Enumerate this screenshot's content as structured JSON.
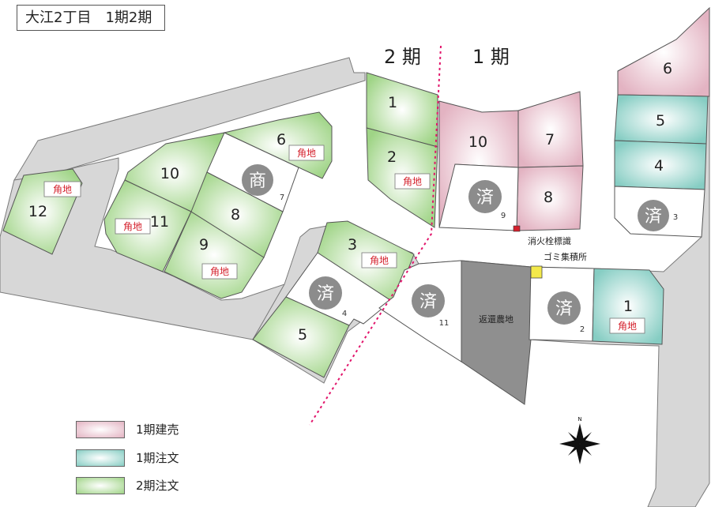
{
  "title": "大江2丁目　1期2期",
  "phase_labels": {
    "phase2": "2 期",
    "phase1": "1 期"
  },
  "corner_label": "角地",
  "sold_label": "済",
  "commercial_label": "商",
  "facilities": {
    "hydrant": "消火栓標識",
    "garbage": "ゴミ集積所",
    "farmland": "返還農地"
  },
  "compass": {
    "north": "N"
  },
  "colors": {
    "phase1_sale": "#e6bcc8",
    "phase1_order": "#8fd0c6",
    "phase2_order": "#a7d690",
    "road": "#d7d7d7",
    "farmland": "#8f8f8f",
    "phase_line": "#e2156b"
  },
  "lots": {
    "p2_1": "1",
    "p2_2": "2",
    "p2_3": "3",
    "p2_5": "5",
    "p2_6": "6",
    "p2_7": "7",
    "p2_8": "8",
    "p2_9": "9",
    "p2_10": "10",
    "p2_11": "11",
    "p2_12": "12",
    "p1_10": "10",
    "p1_7": "7",
    "p1_8": "8",
    "p1_6": "6",
    "p1_5": "5",
    "p1_4": "4",
    "p1_1": "1",
    "sold_9": "9",
    "sold_3": "3",
    "sold_4": "4",
    "sold_11": "11",
    "sold_2": "2"
  },
  "legend": [
    {
      "label": "1期建売",
      "color": "#e6bcc8"
    },
    {
      "label": "1期注文",
      "color": "#8fd0c6"
    },
    {
      "label": "2期注文",
      "color": "#a7d690"
    }
  ]
}
